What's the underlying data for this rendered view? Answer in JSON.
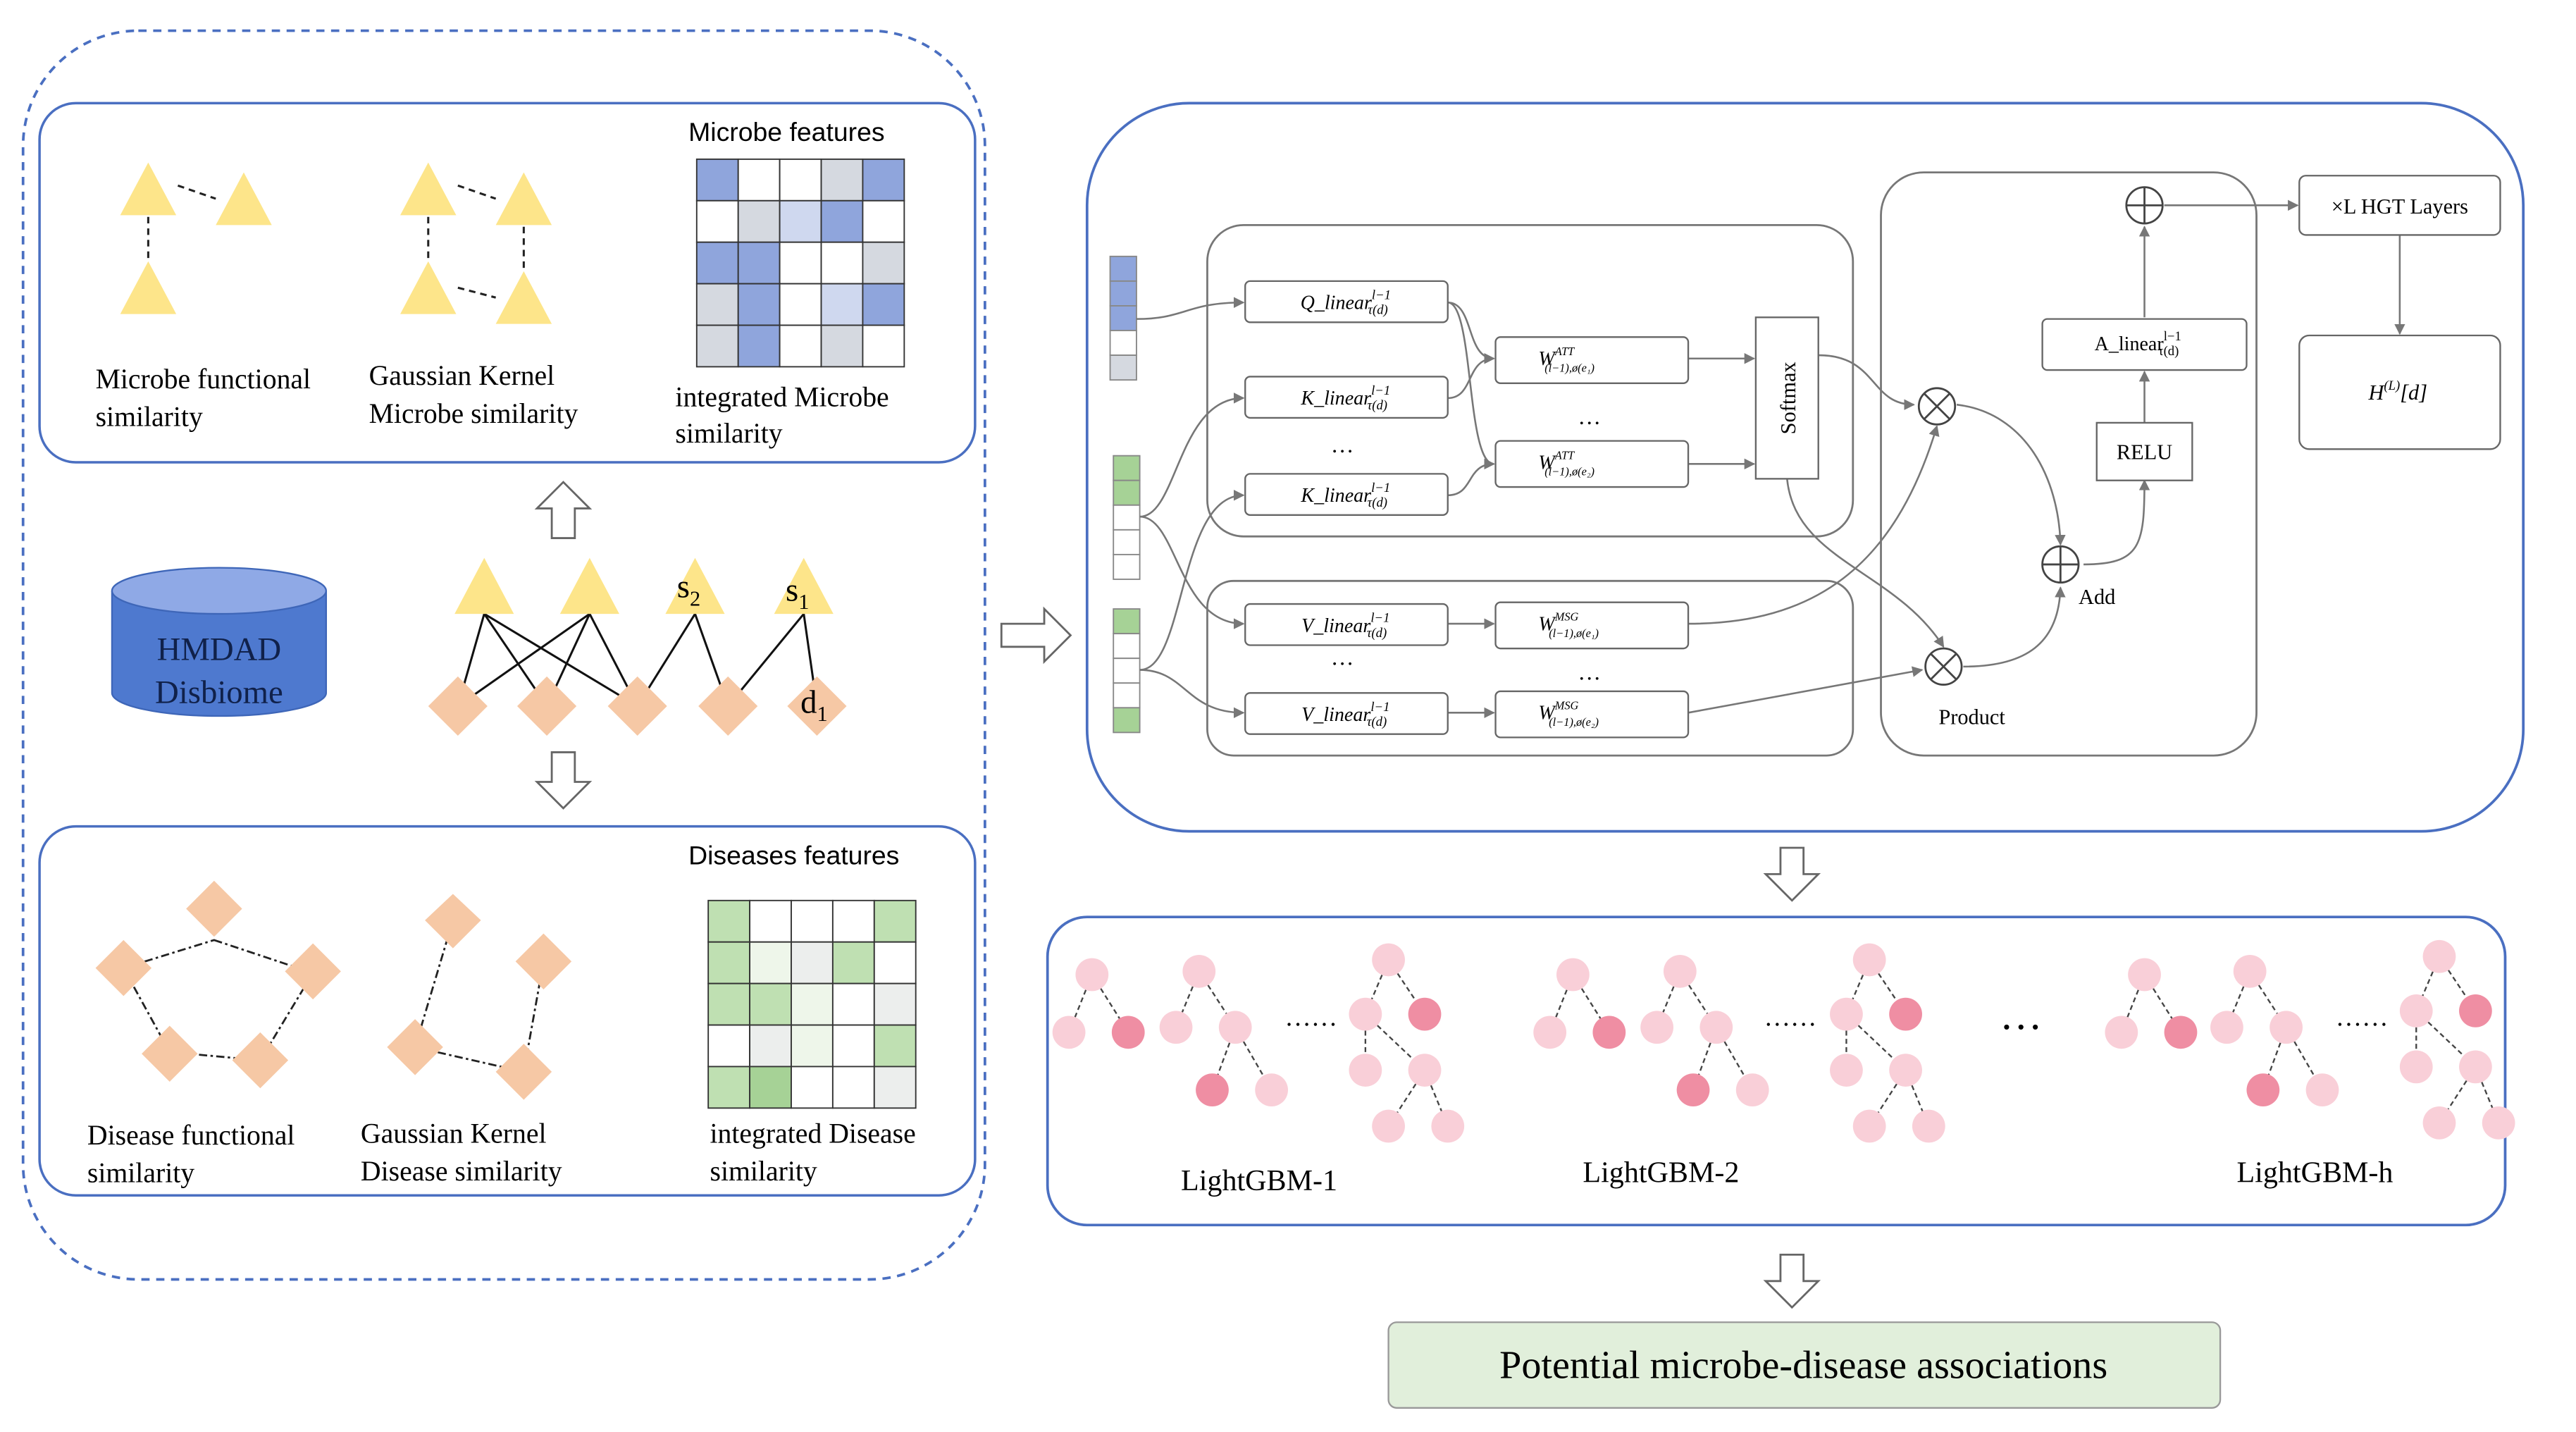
{
  "left_panel": {
    "microbe_features": {
      "title": "Microbe features",
      "labels": {
        "functional": [
          "Microbe functional",
          "similarity"
        ],
        "gaussian": [
          "Gaussian Kernel",
          "Microbe similarity"
        ],
        "integrated": [
          "integrated Microbe",
          "similarity"
        ]
      }
    },
    "database": {
      "line1": "HMDAD",
      "line2": "Disbiome"
    },
    "graph_labels": {
      "s2": "s",
      "s2_sub": "2",
      "s1": "s",
      "s1_sub": "1",
      "d1": "d",
      "d1_sub": "1"
    },
    "disease_features": {
      "title": "Diseases features",
      "labels": {
        "functional": [
          "Disease functional",
          "similarity"
        ],
        "gaussian": [
          "Gaussian Kernel",
          "Disease similarity"
        ],
        "integrated": [
          "integrated Disease",
          "similarity"
        ]
      }
    }
  },
  "hgt": {
    "q_linear": "Q_linear",
    "k_linear_1": "K_linear",
    "k_linear_2": "K_linear",
    "v_linear_1": "V_linear",
    "v_linear_2": "V_linear",
    "linear_sup": "l−1",
    "linear_sub": "τ(d)",
    "w_att_1": "W",
    "w_att_2": "W",
    "att_sup": "ATT",
    "att_sub_1": "(l−1),ø(e₁)",
    "att_sub_2": "(l−1),ø(e₂)",
    "w_msg_1": "W",
    "w_msg_2": "W",
    "msg_sup": "MSG",
    "msg_sub_1": "(l−1),ø(e₁)",
    "msg_sub_2": "(l−1),ø(e₂)",
    "softmax": "Softmax",
    "a_linear": "A_linear",
    "relu": "RELU",
    "add": "Add",
    "product": "Product",
    "layers": "×L HGT Layers",
    "output": "H",
    "output_sup": "(L)",
    "output_rest": "[d]",
    "ellipsis": "…"
  },
  "lightgbm": {
    "labels": [
      "LightGBM-1",
      "LightGBM-2",
      "LightGBM-h"
    ],
    "dots": "……",
    "big_dots": "…"
  },
  "result": {
    "label": "Potential microbe-disease associations"
  },
  "colors": {
    "panel_border": "#4a6fc1",
    "triangle": "#fde58a",
    "diamond": "#f6c8a5",
    "matrix_blue": "#8fa5dc",
    "matrix_light_blue": "#cfd8ef",
    "matrix_grey": "#d5d9e0",
    "matrix_green": "#a6d296",
    "matrix_light_green": "#d8ecd0",
    "node_light": "#f9cfd8",
    "node_dark": "#ef8ea3",
    "result_fill": "#e1efdb",
    "db_fill": "#4e79cf"
  },
  "matrices": {
    "microbe": [
      [
        "blue",
        "white",
        "white",
        "grey",
        "blue"
      ],
      [
        "white",
        "grey",
        "light",
        "blue",
        "white"
      ],
      [
        "blue",
        "blue",
        "white",
        "white",
        "grey"
      ],
      [
        "grey",
        "blue",
        "white",
        "light",
        "blue"
      ],
      [
        "grey",
        "blue",
        "white",
        "grey",
        "white"
      ]
    ],
    "disease": [
      [
        "green",
        "white",
        "white",
        "white",
        "green"
      ],
      [
        "green",
        "light",
        "grey",
        "green",
        "white"
      ],
      [
        "green",
        "green",
        "light",
        "white",
        "grey"
      ],
      [
        "white",
        "grey",
        "light",
        "white",
        "green"
      ],
      [
        "green",
        "dark",
        "white",
        "white",
        "grey"
      ]
    ]
  }
}
